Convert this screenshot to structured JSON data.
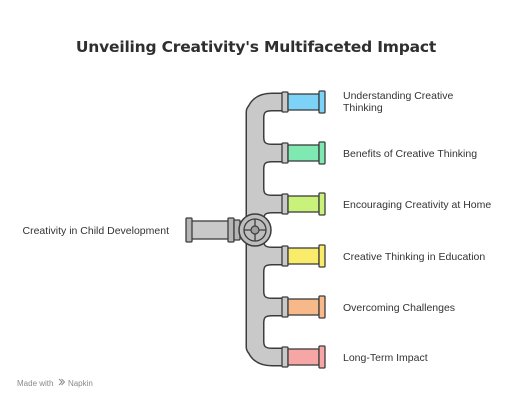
{
  "title": "Unveiling Creativity's Multifaceted Impact",
  "center_label": "Creativity in Child Development",
  "branches": [
    {
      "lines": [
        "Understanding Creative",
        "Thinking"
      ],
      "color": "#7dd3f7"
    },
    {
      "lines": [
        "Benefits of Creative Thinking"
      ],
      "color": "#7eeab2"
    },
    {
      "lines": [
        "Encouraging Creativity at Home"
      ],
      "color": "#c9f27a"
    },
    {
      "lines": [
        "Creative Thinking in Education"
      ],
      "color": "#f9ec6b"
    },
    {
      "lines": [
        "Overcoming Challenges"
      ],
      "color": "#f7b98a"
    },
    {
      "lines": [
        "Long-Term Impact"
      ],
      "color": "#f7a6a6"
    }
  ],
  "footer": {
    "prefix": "Made with",
    "brand": "Napkin"
  }
}
